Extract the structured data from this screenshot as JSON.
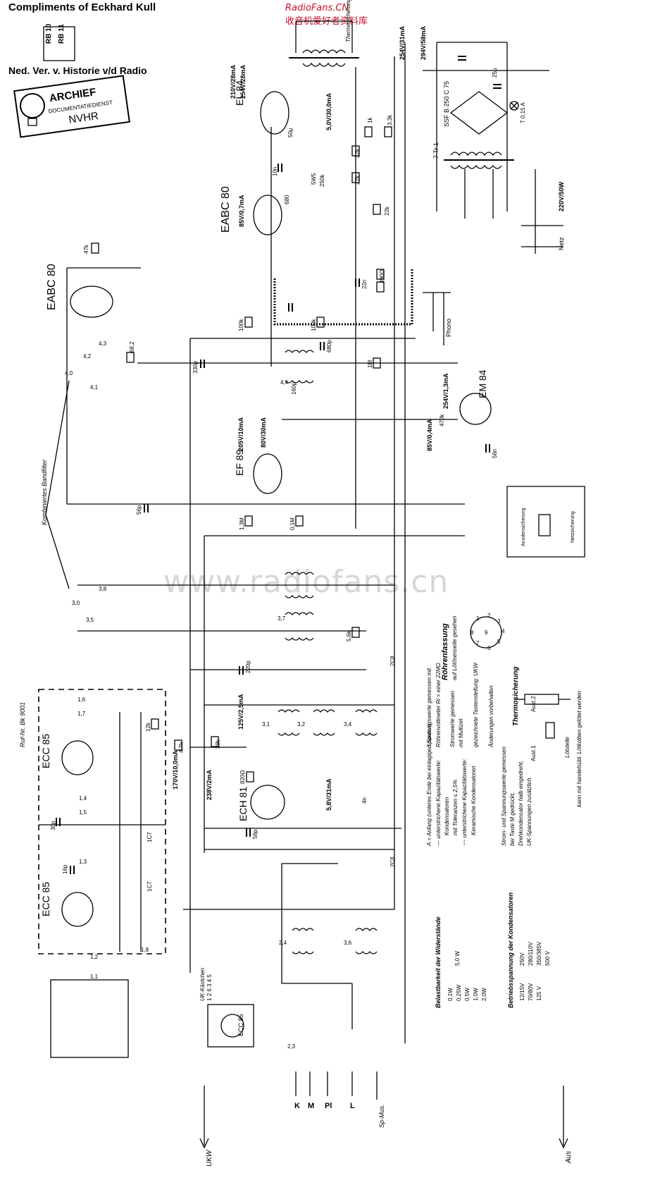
{
  "header": {
    "compliments": "Compliments of Eckhard Kull",
    "historie": "Ned. Ver. v. Historie v/d Radio",
    "source_cn": "收音机爱好者资料库",
    "source_url": "RadioFans.CN"
  },
  "stamp": {
    "title": "ARCHIEF",
    "subtitle": "DOCUMENTATIEDIENST",
    "org": "NVHR"
  },
  "model_box": {
    "line1": "RB 10",
    "line2": "RB 11"
  },
  "watermark": "www.radiofans.cn",
  "tubes": {
    "el84": "EL 84",
    "eabc80_top": "EABC 80",
    "eabc80_left": "EABC 80",
    "ef89": "EF 89",
    "em84": "EM 84",
    "ech81": "ECH 81",
    "ecc85_upper": "ECC 85",
    "ecc85_lower": "ECC 85",
    "ecc85_uk": "ECC 85"
  },
  "voltages": {
    "el84_a": "210V/28mA",
    "el84_b": "254V/28mA",
    "el84_c": "5,0V/30,0mA",
    "eabc80": "85V/0,7mA",
    "ef89_a": "205V/10mA",
    "ef89_b": "80V/30mA",
    "em84_a": "254V/1,3mA",
    "em84_b": "85V/0,4mA",
    "ech81_a": "125V/2,5mA",
    "ech81_b": "238V/2mA",
    "ech81_c": "5,8V/31mA",
    "ecc85": "170V/10,0mA",
    "psu_a": "254V/31mA",
    "psu_b": "294V/58mA",
    "mains": "220V/50W"
  },
  "components": {
    "r_47k": "47k",
    "r_68": "68,2",
    "r_100k_a": "100k",
    "r_100k_b": "100k",
    "r_1m": "1M",
    "r_1_3m": "1,3M",
    "r_0_1m": "0,1M",
    "r_1k": "1k",
    "r_3_3k": "3,3k",
    "r_22k_a": "22k",
    "r_22k_b": "22k",
    "r_27k": "27k",
    "r_5_6k": "5,6k",
    "r_12k": "12k",
    "r_4_7k": "4,7k",
    "r_39k": "39k",
    "r_820": "820Ω",
    "r_390": "390Ω",
    "r_470k": "470k",
    "c_330p": "330p",
    "c_56p_a": "56p",
    "c_56p_b": "56p",
    "c_56n": "56n",
    "c_680p": "680p",
    "c_220p": "220p",
    "c_30p": "30p",
    "c_16p": "16p",
    "c_10n": "10n",
    "c_22n": "22n",
    "c_160p": "160p",
    "c_1c7": "1C7",
    "c_2c8": "2C8",
    "c_4n": "4n",
    "c_50u": "50µ",
    "c_25u": "25µ",
    "c_680": "680",
    "c_150k": "150k",
    "r_5w5": "5W5",
    "r_250k": "250k"
  },
  "labels": {
    "bandfilter": "Kombiniertes Bandfilter",
    "thermosicherung": "Thermosicherung",
    "netz": "Netz",
    "phono": "Phono",
    "netzsicherung": "Netzsicherung",
    "rectifier": "SSF B 250 C 75",
    "transformer": "7 Tr 1",
    "fuse": "T 0,15 A",
    "uk_module": "UK-Kästchen",
    "uk_pins": "1 2  6 3 4 5",
    "ufo_unit": "Ruf-Nr. Bk 9001",
    "ukw": "UKW",
    "aus": "Aus",
    "sp_mus": "Sp-Mus.",
    "band_k": "K",
    "band_m": "M",
    "band_l": "L",
    "band_pi": "Pl",
    "anodenfuse": "Anodensicherung",
    "rohrenfassung": "Röhrenfassung",
    "rohrenfassung_sub": "auf Lötösenseite gesehen",
    "thermosicherung_title": "Thermosicherung",
    "aust1": "Aust.1",
    "aust2": "Aust.2",
    "lotstelle": "Lötstelle",
    "lotstelle_note": "kann mit handelsübl. Lötkolben gelötet werden"
  },
  "notes": {
    "a_anfang": "A = Anfang (unteres Ende bei einlagigen Spulen)",
    "unterstrichen_kap": "— unterstrichene Kapazitätswerte:",
    "kondensatoren": "Kondensatoren",
    "toleranzen": "mit Toleranzen ≤ 2,5%",
    "unterstrichen_kap2": "~~ unterstrichene Kapazitätswerte:",
    "keramische": "Keramische Kondensatoren",
    "spannungswerte": "Spannungswerte gemessen mit",
    "rohrenvoltmeter": "Röhrenvoltmeter Ri = einer 22MΩ",
    "stromwerte": "Stromwerte gemessen",
    "mit_multizet": "mit Multizet",
    "gezeichnete": "gezeichnete Tastenstellung: UKW",
    "anderungen": "Änderungen vorbehalten",
    "strom_und": "Strom- und Spannungswerte gemessen",
    "bei_taste": "bei Taste M gedrückt,",
    "drehkondensator": "Drehkondensator halb eingedreht,",
    "uk_spannungen": "UK-Spannungen zusätzlich"
  },
  "resistor_legend": {
    "title": "Belastbarkeit der Widerstände",
    "rows": [
      "0,1W",
      "0,25W",
      "0,5W",
      "1,0W",
      "2,0W"
    ],
    "extra": "5,0 W"
  },
  "capacitor_legend": {
    "title": "Betriebsspannung der Kondensatoren",
    "rows": [
      "12/15V",
      "70/80V",
      "125 V",
      "250V",
      "280/110V",
      "350/385V",
      "500 V"
    ]
  },
  "tube_pins": [
    "1",
    "2",
    "3",
    "4",
    "5",
    "6",
    "7",
    "8",
    "9"
  ],
  "switch_refs": [
    "1,1",
    "1,2",
    "1,3",
    "1,4",
    "1,5",
    "1,6",
    "1,7",
    "1,8",
    "2,3",
    "2,4",
    "3,0",
    "3,1",
    "3,2",
    "3,4",
    "3,5",
    "3,6",
    "3,7",
    "3,8",
    "4,0",
    "4,1",
    "4,2",
    "4,3",
    "4,4"
  ]
}
